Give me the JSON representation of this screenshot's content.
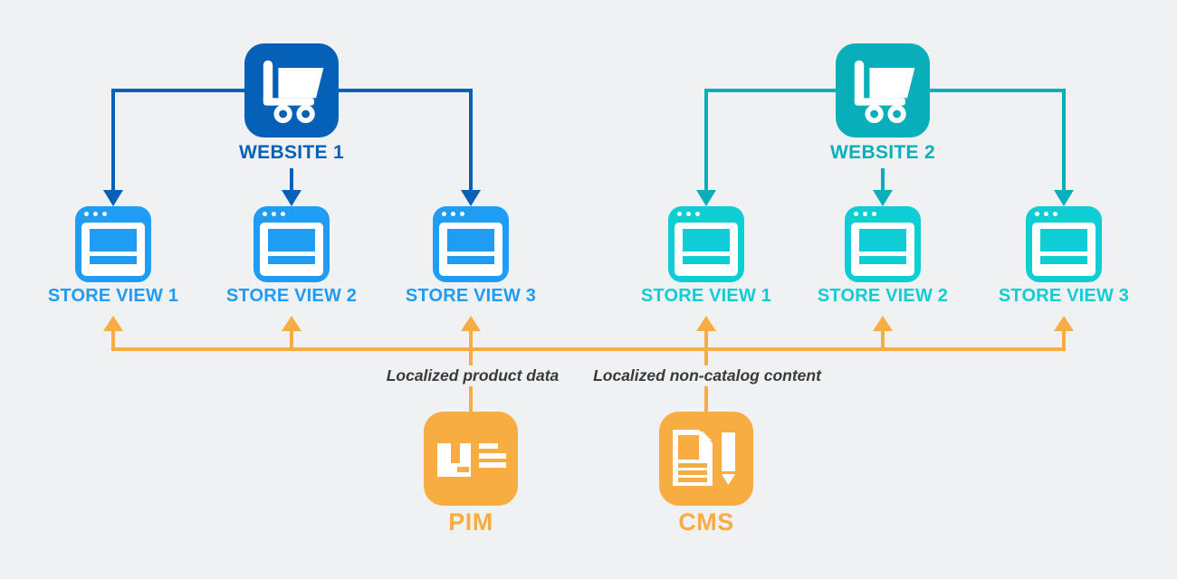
{
  "colors": {
    "background": "#f0f1f2",
    "website1": "#0561b8",
    "website1_store": "#1f9cf4",
    "website2": "#08aeba",
    "website2_store": "#0fcdd4",
    "source_orange": "#f8ad42",
    "annotation_text": "#3a3a3a"
  },
  "diagram": {
    "websites": [
      {
        "label": "WEBSITE 1",
        "store_views": [
          {
            "label": "STORE VIEW 1"
          },
          {
            "label": "STORE VIEW 2"
          },
          {
            "label": "STORE VIEW 3"
          }
        ]
      },
      {
        "label": "WEBSITE 2",
        "store_views": [
          {
            "label": "STORE VIEW 1"
          },
          {
            "label": "STORE VIEW 2"
          },
          {
            "label": "STORE VIEW 3"
          }
        ]
      }
    ],
    "sources": [
      {
        "label": "PIM",
        "annotation": "Localized product data"
      },
      {
        "label": "CMS",
        "annotation": "Localized non-catalog content"
      }
    ]
  }
}
